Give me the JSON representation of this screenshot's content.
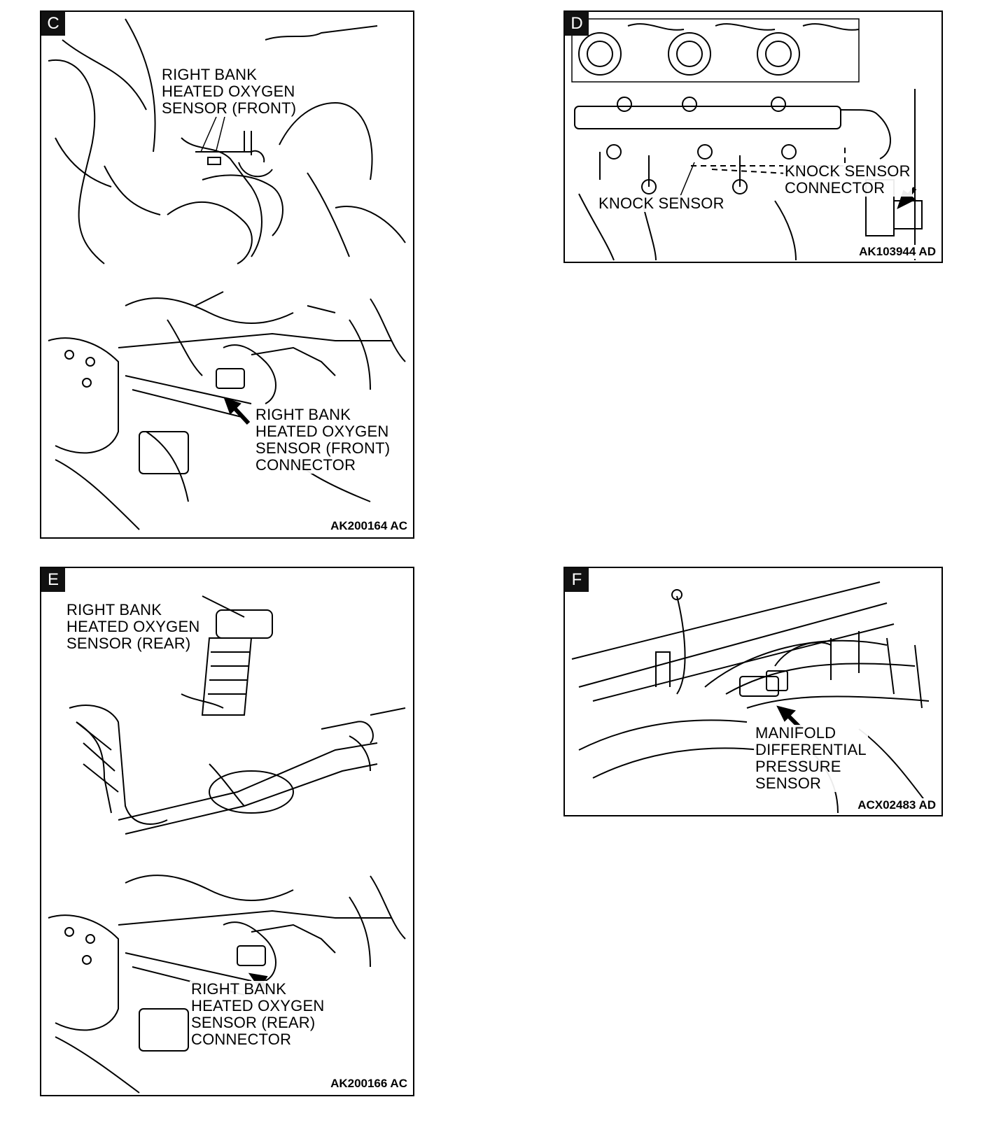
{
  "panels": {
    "c": {
      "badge": "C",
      "label_top": "RIGHT BANK\nHEATED OXYGEN\nSENSOR (FRONT)",
      "label_bottom": "RIGHT BANK\nHEATED OXYGEN\nSENSOR (FRONT)\nCONNECTOR",
      "code": "AK200164 AC"
    },
    "d": {
      "badge": "D",
      "label_knock_sensor": "KNOCK SENSOR",
      "label_connector": "KNOCK SENSOR\nCONNECTOR",
      "code": "AK103944 AD"
    },
    "e": {
      "badge": "E",
      "label_top": "RIGHT BANK\nHEATED OXYGEN\nSENSOR (REAR)",
      "label_bottom": "RIGHT BANK\nHEATED OXYGEN\nSENSOR (REAR)\nCONNECTOR",
      "code": "AK200166 AC"
    },
    "f": {
      "badge": "F",
      "label_sensor": "MANIFOLD\nDIFFERENTIAL\nPRESSURE\nSENSOR",
      "code": "ACX02483 AD"
    }
  }
}
